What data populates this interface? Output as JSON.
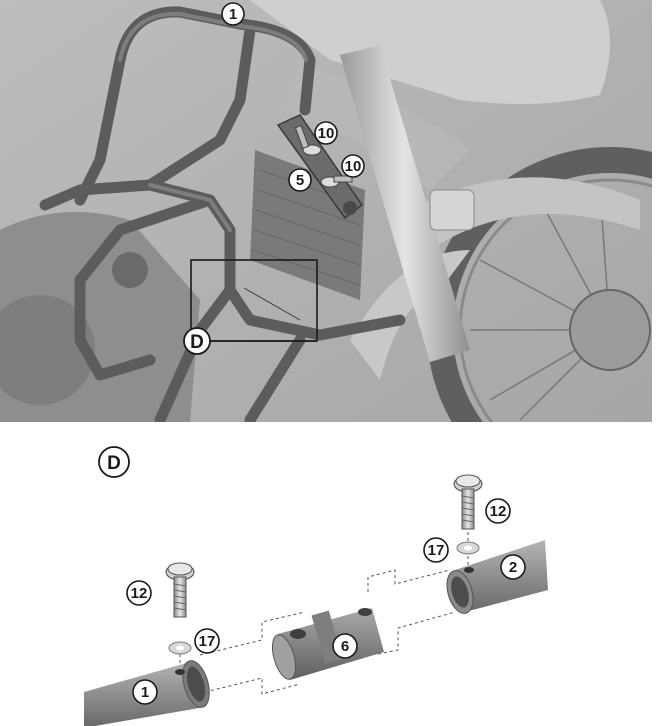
{
  "photo": {
    "callouts": {
      "frame_bar": "1",
      "bracket": "5",
      "bolt_a": "10",
      "bolt_b": "10",
      "detail_ref": "D"
    }
  },
  "detail": {
    "title": "D",
    "callouts": {
      "bar_left": "1",
      "bar_right": "2",
      "connector": "6",
      "screw_left": "12",
      "screw_right": "12",
      "washer_left": "17",
      "washer_right": "17"
    }
  }
}
